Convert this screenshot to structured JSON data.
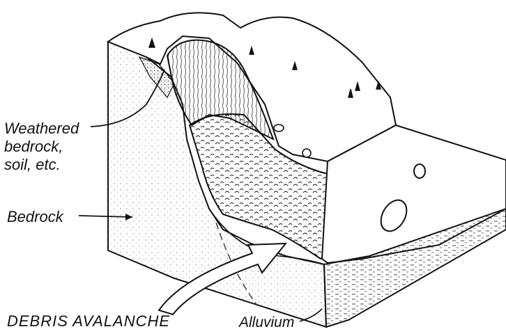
{
  "labels": {
    "weathered_line1": "Weathered",
    "weathered_line2": "bedrock,",
    "weathered_line3": "soil, etc.",
    "bedrock": "Bedrock",
    "debris_avalanche": "DEBRIS AVALANCHE",
    "alluvium": "Alluvium"
  },
  "colors": {
    "ink": "#111111",
    "background": "#ffffff"
  }
}
